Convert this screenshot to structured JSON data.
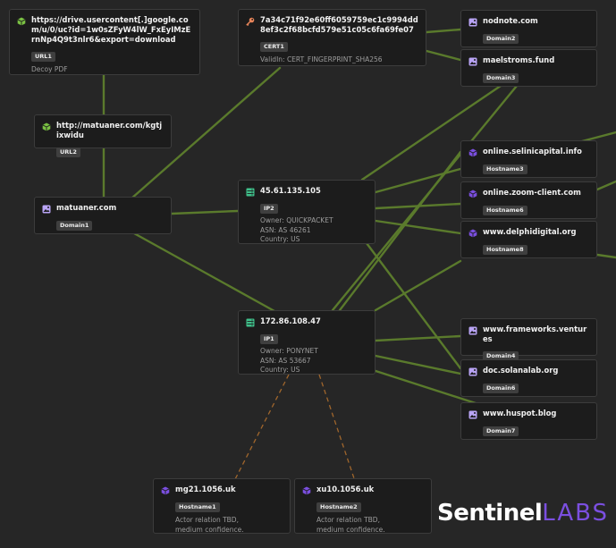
{
  "colors": {
    "background": "#262626",
    "node_bg": "#1c1c1c",
    "edge_solid": "#5a7a2c",
    "edge_dashed": "#a0662c",
    "url_icon": "#7ac143",
    "domain_icon": "#b9a4f5",
    "hostname_icon": "#7b4fe0",
    "ip_icon": "#3fbf8a",
    "cert_icon": "#e8855a",
    "brand_accent": "#7b4fe0"
  },
  "nodes": {
    "url1": {
      "icon": "cube-icon",
      "title": "https://drive.usercontent[.]google.com/u/0/uc?id=1w0sZFyW4lW_FxEyIMzErnNp4Q9t3nlr6&export=download",
      "tag": "URL1",
      "note": "Decoy PDF"
    },
    "url2": {
      "icon": "cube-icon",
      "title": "http://matuaner.com/kgtjixwidu",
      "tag": "URL2"
    },
    "domain1": {
      "icon": "image-icon",
      "title": "matuaner.com",
      "tag": "Domain1"
    },
    "cert1": {
      "icon": "key-icon",
      "title": "7a34c71f92e60ff6059759ec1c9994dd8ef3c2f68bcfd579e51c05c6fa69fe07",
      "tag": "CERT1",
      "note": "ValidIn: CERT_FINGERPRINT_SHA256"
    },
    "ip2": {
      "icon": "server-icon",
      "title": "45.61.135.105",
      "tag": "IP2",
      "owner": "Owner: QUICKPACKET",
      "asn": "ASN: AS 46261",
      "country": "Country: US"
    },
    "ip1": {
      "icon": "server-icon",
      "title": "172.86.108.47",
      "tag": "IP1",
      "owner": "Owner: PONYNET",
      "asn": "ASN: AS 53667",
      "country": "Country: US"
    },
    "domain2": {
      "icon": "image-icon",
      "title": "nodnote.com",
      "tag": "Domain2"
    },
    "domain3": {
      "icon": "image-icon",
      "title": "maelstroms.fund",
      "tag": "Domain3"
    },
    "hostname3": {
      "icon": "cube-icon",
      "title": "online.selinicapital.info",
      "tag": "Hostname3"
    },
    "hostname6": {
      "icon": "cube-icon",
      "title": "online.zoom-client.com",
      "tag": "Hostname6"
    },
    "hostname8": {
      "icon": "cube-icon",
      "title": "www.delphidigital.org",
      "tag": "Hostname8"
    },
    "domain4": {
      "icon": "image-icon",
      "title": "www.frameworks.ventures",
      "tag": "Domain4"
    },
    "domain6": {
      "icon": "image-icon",
      "title": "doc.solanalab.org",
      "tag": "Domain6"
    },
    "domain7": {
      "icon": "image-icon",
      "title": "www.huspot.blog",
      "tag": "Domain7"
    },
    "hostname1": {
      "icon": "cube-icon",
      "title": "mg21.1056.uk",
      "tag": "Hostname1",
      "note1": "Actor relation TBD,",
      "note2": "medium confidence."
    },
    "hostname2": {
      "icon": "cube-icon",
      "title": "xu10.1056.uk",
      "tag": "Hostname2",
      "note1": "Actor relation TBD,",
      "note2": "medium confidence."
    }
  },
  "brand": {
    "part1": "Sentinel",
    "part2": "LABS"
  }
}
